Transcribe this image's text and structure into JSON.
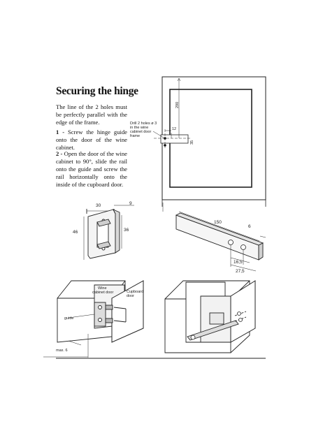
{
  "section": {
    "title": "Securing the hinge",
    "para1": "The line of the 2 holes must be perfectly parallel with the edge of the frame.",
    "step1_num": "1 -",
    "step1_text": " Screw the hinge guide onto the door of the wine cabinet.",
    "step2_num": "2 -",
    "step2_text": " Open the door of the wine cabinet to 90°, slide the rail onto the guide and screw the rail horizontally onto the inside of the cupboard door."
  },
  "fig_frame": {
    "drill_line1": "Drill 2 holes ø 3",
    "drill_line2": "in the wine",
    "drill_line3": "cabinet door",
    "drill_line4": "frame",
    "dim_vertical": "290",
    "dim_12": "12",
    "dim_35": "35"
  },
  "fig_guide": {
    "dim_30": "30",
    "dim_9": "9",
    "dim_46": "46",
    "dim_36": "36"
  },
  "fig_rail": {
    "dim_150": "150",
    "dim_6": "6",
    "dim_16": "16,5",
    "dim_27": "27,5"
  },
  "fig_door": {
    "label_wine_1": "Wine",
    "label_wine_2": "cabinet door",
    "label_cup_1": "Cupboard",
    "label_cup_2": "door",
    "label_guide": "guide",
    "label_max": "max. 6"
  }
}
